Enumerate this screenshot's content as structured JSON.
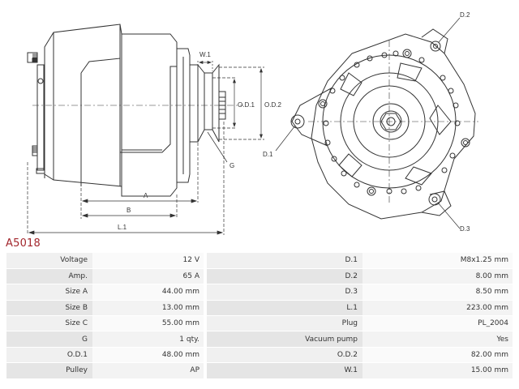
{
  "part_code": "A5018",
  "drawing_labels": {
    "w1": "W.1",
    "od1": "O.D.1",
    "od2": "O.D.2",
    "g": "G",
    "a": "A",
    "b": "B",
    "l1": "L.1",
    "d1": "D.1",
    "d2": "D.2",
    "d3": "D.3"
  },
  "specs": [
    {
      "left_label": "Voltage",
      "left_value": "12 V",
      "right_label": "D.1",
      "right_value": "M8x1.25 mm"
    },
    {
      "left_label": "Amp.",
      "left_value": "65 A",
      "right_label": "D.2",
      "right_value": "8.00 mm"
    },
    {
      "left_label": "Size A",
      "left_value": "44.00 mm",
      "right_label": "D.3",
      "right_value": "8.50 mm"
    },
    {
      "left_label": "Size B",
      "left_value": "13.00 mm",
      "right_label": "L.1",
      "right_value": "223.00 mm"
    },
    {
      "left_label": "Size C",
      "left_value": "55.00 mm",
      "right_label": "Plug",
      "right_value": "PL_2004"
    },
    {
      "left_label": "G",
      "left_value": "1 qty.",
      "right_label": "Vacuum pump",
      "right_value": "Yes"
    },
    {
      "left_label": "O.D.1",
      "left_value": "48.00 mm",
      "right_label": "O.D.2",
      "right_value": "82.00 mm"
    },
    {
      "left_label": "Pulley",
      "left_value": "AP",
      "right_label": "W.1",
      "right_value": "15.00 mm"
    }
  ]
}
